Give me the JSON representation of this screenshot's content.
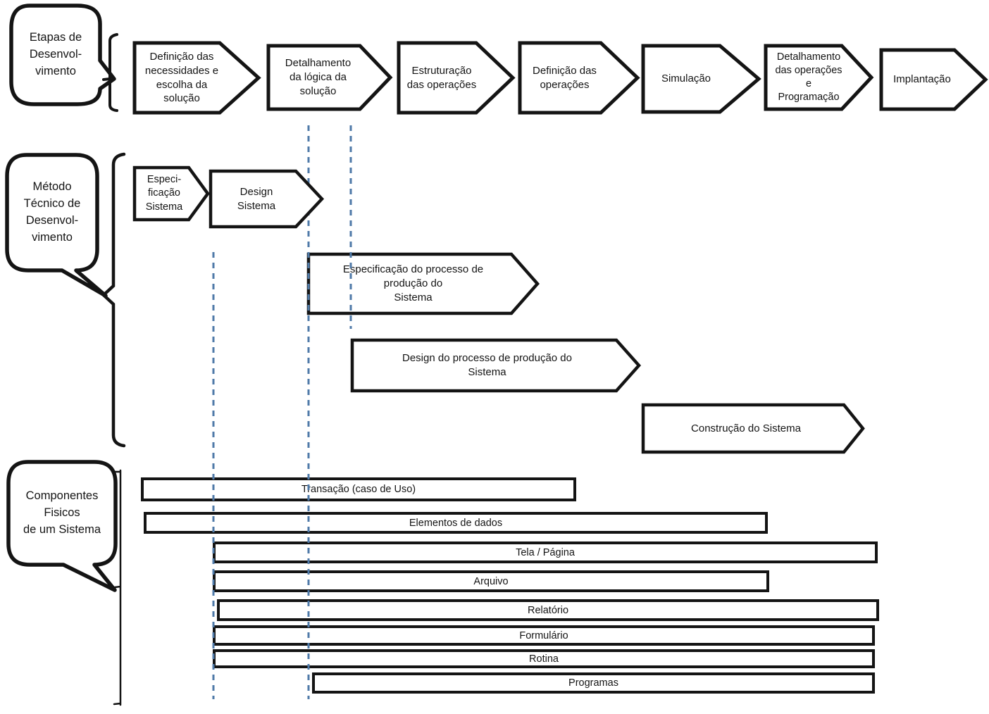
{
  "colors": {
    "shape_stroke": "#141414",
    "dashed_line": "#4f7aa8",
    "background": "#ffffff"
  },
  "bubbles": {
    "etapas": "Etapas de\nDesenvol-\nvimento",
    "metodo": "Método\nTécnico de\nDesenvol-\nvimento",
    "componentes": "Componentes\nFisicos\nde um Sistema"
  },
  "top_row": {
    "steps": [
      {
        "label": "Definição das\nnecessidades e\nescolha da\nsolução"
      },
      {
        "label": "Detalhamento\nda lógica da\nsolução"
      },
      {
        "label": "Estruturação\ndas operações"
      },
      {
        "label": "Definição das\noperações"
      },
      {
        "label": "Simulação"
      },
      {
        "label": "Detalhamento\ndas operações\ne\nProgramação"
      },
      {
        "label": "Implantação"
      }
    ]
  },
  "middle_row": {
    "steps": [
      {
        "label": "Especi-\nficação\nSistema"
      },
      {
        "label": "Design\nSistema"
      },
      {
        "label": "Especificação do processo de\nprodução do\nSistema"
      },
      {
        "label": "Design do processo de produção do\nSistema"
      },
      {
        "label": "Construção do Sistema"
      }
    ]
  },
  "components": {
    "bars": [
      {
        "label": "Transação (caso de Uso)"
      },
      {
        "label": "Elementos de dados"
      },
      {
        "label": "Tela / Página"
      },
      {
        "label": "Arquivo"
      },
      {
        "label": "Relatório"
      },
      {
        "label": "Formulário"
      },
      {
        "label": "Rotina"
      },
      {
        "label": "Programas"
      }
    ]
  }
}
